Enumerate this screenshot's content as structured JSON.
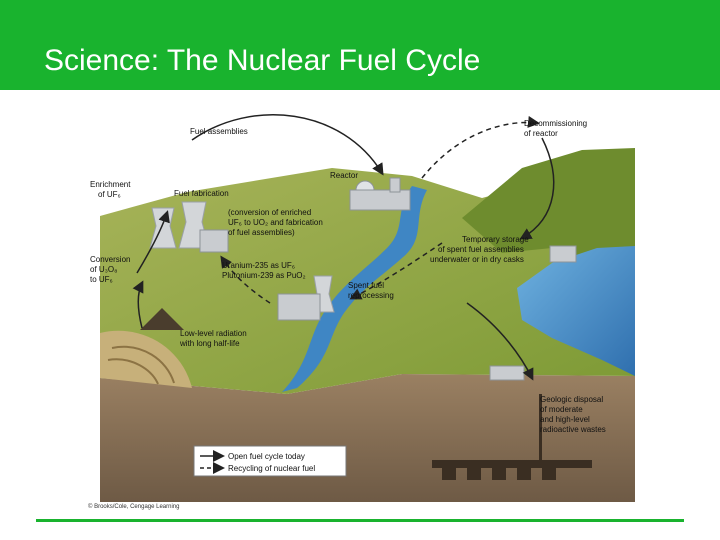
{
  "slide": {
    "title": "Science: The Nuclear Fuel Cycle"
  },
  "diagram": {
    "labels": {
      "fuel_assemblies": "Fuel assemblies",
      "decommissioning": [
        "Decommissioning",
        "of reactor"
      ],
      "reactor": "Reactor",
      "enrichment": [
        "Enrichment",
        "of UF₆"
      ],
      "fuel_fabrication": "Fuel fabrication",
      "fabrication_note": [
        "(conversion of enriched",
        "UF₆ to UO₂ and fabrication",
        "of fuel assemblies)"
      ],
      "temporary_storage": [
        "Temporary storage",
        "of spent fuel assemblies",
        "underwater or in dry casks"
      ],
      "conversion": [
        "Conversion",
        "of U₃O₈",
        "to UF₆"
      ],
      "uranium_plutonium": [
        "Uranium-235 as UF₆",
        "Plutonium-239 as PuO₂"
      ],
      "spent_fuel": [
        "Spent fuel",
        "reprocessing"
      ],
      "low_level": [
        "Low-level radiation",
        "with long half-life"
      ],
      "geologic_disposal": [
        "Geologic disposal",
        "of moderate",
        "and high-level",
        "radioactive wastes"
      ],
      "credit": "© Brooks/Cole, Cengage Learning"
    },
    "legend": {
      "open": "Open fuel cycle today",
      "recycling": "Recycling of nuclear fuel"
    },
    "colors": {
      "grass": "#8aa23c",
      "hill": "#6f8f2e",
      "water": "#3f86c4",
      "soil": "#8a7257",
      "building": "#c9ccd0"
    }
  }
}
